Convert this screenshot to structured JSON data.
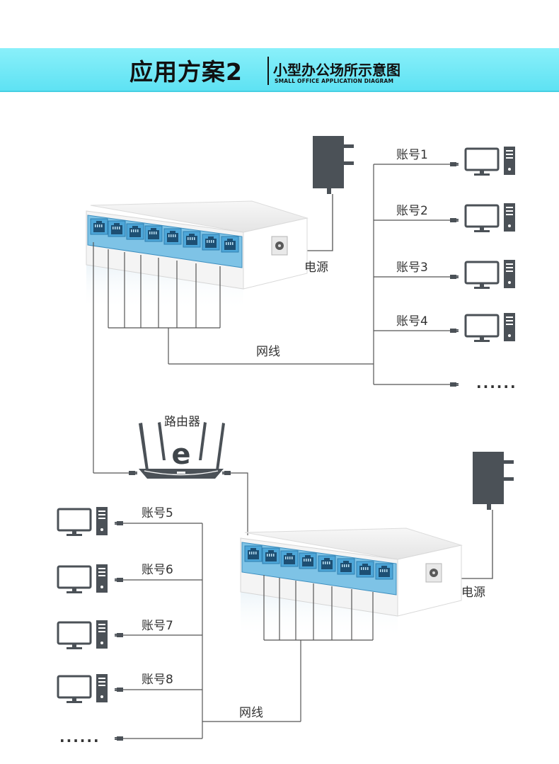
{
  "header": {
    "title": "应用方案2",
    "subtitle": "小型办公场所示意图",
    "subtitle_en": "SMALL OFFICE APPLICATION DIAGRAM"
  },
  "colors": {
    "banner": "#6fe8f7",
    "port_blue": "#4da6d8",
    "adapter": "#4b5157",
    "line": "#555555"
  },
  "icons": [
    "power-adapter-icon",
    "switch-icon",
    "computer-icon",
    "router-icon"
  ],
  "switch_top": {
    "power_label": "电源",
    "cable_label": "网线",
    "accounts": [
      "账号1",
      "账号2",
      "账号3",
      "账号4"
    ],
    "more": "......"
  },
  "router": {
    "label": "路由器",
    "logo": "e"
  },
  "switch_bottom": {
    "power_label": "电源",
    "cable_label": "网线",
    "accounts": [
      "账号5",
      "账号6",
      "账号7",
      "账号8"
    ],
    "more": "......"
  }
}
